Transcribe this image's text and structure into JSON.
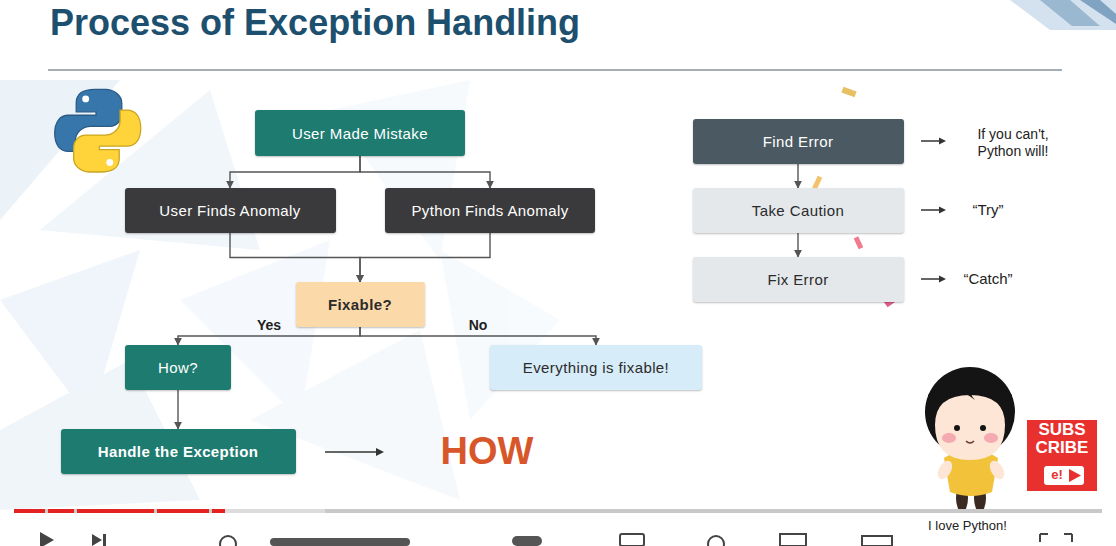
{
  "diagram": {
    "title": "Process of Exception Handling",
    "nodes": [
      {
        "text": [
          "User Made Mistake"
        ]
      },
      {
        "text": [
          "User Finds Anomaly"
        ]
      },
      {
        "text": [
          "Python Finds Anomaly"
        ]
      },
      {
        "text": [
          "Fixable?"
        ]
      },
      {
        "text": [
          "How?"
        ]
      },
      {
        "text": [
          "Everything is fixable!"
        ]
      },
      {
        "text": [
          "Handle the Exception"
        ]
      },
      {
        "text": [
          "Find Error"
        ]
      },
      {
        "text": [
          "Take Caution"
        ]
      },
      {
        "text": [
          "Fix Error"
        ]
      }
    ],
    "edges": [
      {
        "from": 0,
        "to": 1,
        "arrow": "to"
      },
      {
        "from": 0,
        "to": 2,
        "arrow": "to"
      },
      {
        "from": 1,
        "to": 3,
        "arrow": "to"
      },
      {
        "from": 2,
        "to": 3,
        "arrow": "to"
      },
      {
        "from": 3,
        "to": 4,
        "label": "Yes",
        "arrow": "to"
      },
      {
        "from": 3,
        "to": 5,
        "label": "No",
        "arrow": "to"
      },
      {
        "from": 4,
        "to": 6,
        "arrow": "to"
      },
      {
        "from": 7,
        "to": 8,
        "arrow": "to"
      },
      {
        "from": 8,
        "to": 9,
        "arrow": "to"
      }
    ],
    "labels": [
      "If you can't, Python will!",
      "“Try”",
      "“Catch”",
      "HOW",
      "SUBS CRIBE",
      "e!",
      "I love Python!"
    ]
  }
}
